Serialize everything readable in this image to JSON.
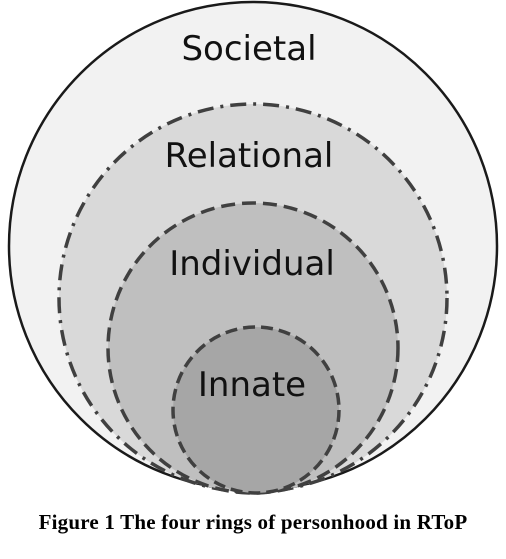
{
  "diagram": {
    "rings": [
      {
        "label": "Societal",
        "fill": "#f2f2f2",
        "stroke": "#1a1a1a"
      },
      {
        "label": "Relational",
        "fill": "#d9d9d9",
        "stroke": "#404040"
      },
      {
        "label": "Individual",
        "fill": "#bfbfbf",
        "stroke": "#404040"
      },
      {
        "label": "Innate",
        "fill": "#a6a6a6",
        "stroke": "#404040"
      }
    ]
  },
  "caption": "Figure 1 The four rings of personhood in RToP"
}
